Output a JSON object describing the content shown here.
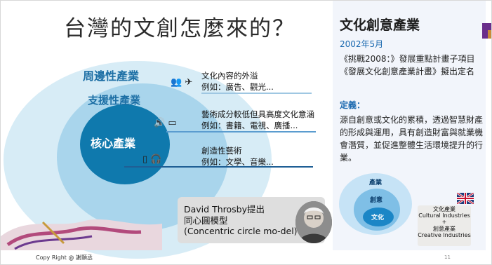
{
  "slide": {
    "title": "台灣的文創怎麼來的？",
    "circles": {
      "outer_label": "周邊性產業",
      "middle_label": "支援性產業",
      "core_label": "核心產業"
    },
    "descriptions": [
      {
        "heading": "文化內容的外溢",
        "example": "例如：廣告、觀光..."
      },
      {
        "heading": "藝術成分較低但具高度文化意涵",
        "example": "例如：書籍、電視、廣播..."
      },
      {
        "heading": "創造性藝術",
        "example": "例如：文學、音樂..."
      }
    ],
    "icons": [
      "people-icon",
      "airplane-icon",
      "speaker-icon",
      "tv-icon",
      "phone-icon",
      "headphones-icon"
    ],
    "throsby": {
      "line1": "David Throsby提出",
      "line2": "同心圓模型",
      "line3": "(Concentric circle mo‑del)"
    },
    "copyright": "Copy Right @ 謝顥丞",
    "page_number": "11"
  },
  "panel": {
    "title": "文化創意產業",
    "date": "2002年5月",
    "body": "《挑戰2008：》發展重點計畫子項目《發展文化創意產業計畫》擬出定名",
    "def_label": "定義：",
    "def_body": "源自創意或文化的累積，透過智慧財產的形成與運用，具有創造財富與就業機會潛質，並促進整體生活環境提升的行業。",
    "nested": {
      "outer": "產業",
      "middle": "創意",
      "inner": "文化"
    },
    "industries": {
      "line1": "文化產業",
      "line2": "Cultural Industries",
      "line3": "+",
      "line4": "創意產業",
      "line5": "Creative Industries"
    }
  },
  "colors": {
    "core": "#0f79ad",
    "middle": "#a9d5ec",
    "outer": "#d7ecf6",
    "accent_text": "#1c6ab0"
  }
}
